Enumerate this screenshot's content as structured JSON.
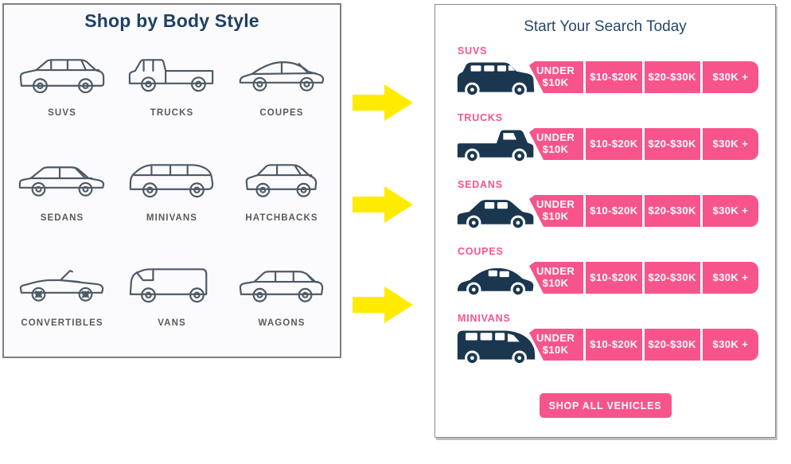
{
  "colors": {
    "pink": "#f8548c",
    "car_navy": "#1b3750",
    "left_title_navy": "#1f4064",
    "right_title_navy": "#27476b",
    "label_gray": "#595959",
    "arrow_yellow": "#ffeb00",
    "panel_border_gray": "#7f7f7f"
  },
  "left_panel": {
    "title": "Shop by Body Style",
    "items": [
      {
        "label": "SUVS",
        "icon": "suv-outline-icon"
      },
      {
        "label": "TRUCKS",
        "icon": "truck-outline-icon"
      },
      {
        "label": "COUPES",
        "icon": "coupe-outline-icon"
      },
      {
        "label": "SEDANS",
        "icon": "sedan-outline-icon"
      },
      {
        "label": "MINIVANS",
        "icon": "minivan-outline-icon"
      },
      {
        "label": "HATCHBACKS",
        "icon": "hatchback-outline-icon"
      },
      {
        "label": "CONVERTIBLES",
        "icon": "convertible-outline-icon"
      },
      {
        "label": "VANS",
        "icon": "van-outline-icon"
      },
      {
        "label": "WAGONS",
        "icon": "wagon-outline-icon"
      }
    ]
  },
  "arrows": {
    "direction": "right",
    "count": 3,
    "icon": "arrow-right-icon"
  },
  "right_panel": {
    "title": "Start Your Search Today",
    "rows": [
      {
        "label": "SUVS",
        "icon": "suv-silhouette-icon",
        "prices": [
          "UNDER $10K",
          "$10-$20K",
          "$20-$30K",
          "$30K +"
        ]
      },
      {
        "label": "TRUCKS",
        "icon": "truck-silhouette-icon",
        "prices": [
          "UNDER $10K",
          "$10-$20K",
          "$20-$30K",
          "$30K +"
        ]
      },
      {
        "label": "SEDANS",
        "icon": "sedan-silhouette-icon",
        "prices": [
          "UNDER $10K",
          "$10-$20K",
          "$20-$30K",
          "$30K +"
        ]
      },
      {
        "label": "COUPES",
        "icon": "coupe-silhouette-icon",
        "prices": [
          "UNDER $10K",
          "$10-$20K",
          "$20-$30K",
          "$30K +"
        ]
      },
      {
        "label": "MINIVANS",
        "icon": "minivan-silhouette-icon",
        "prices": [
          "UNDER $10K",
          "$10-$20K",
          "$20-$30K",
          "$30K +"
        ]
      }
    ],
    "shop_all_label": "SHOP ALL VEHICLES"
  }
}
